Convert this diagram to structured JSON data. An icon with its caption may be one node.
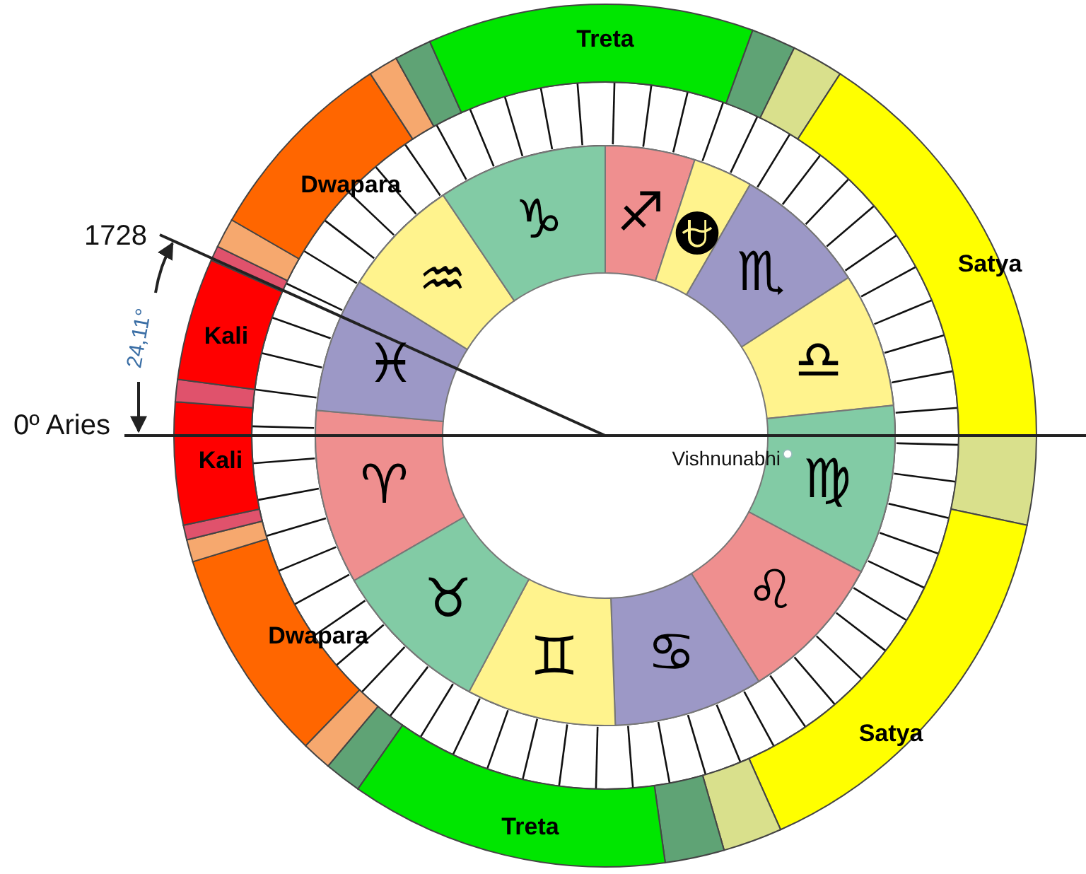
{
  "diagram": {
    "nodes": [
      {
        "text": [
          "Dwapara"
        ]
      },
      {
        "text": [],
        "shape": "band"
      },
      {
        "text": [],
        "shape": "band"
      },
      {
        "text": [
          "Kali"
        ]
      },
      {
        "text": [],
        "shape": "band"
      },
      {
        "text": [
          "Kali"
        ]
      },
      {
        "text": [],
        "shape": "band"
      },
      {
        "text": [],
        "shape": "band"
      },
      {
        "text": [
          "Dwapara"
        ]
      },
      {
        "text": [],
        "shape": "band"
      },
      {
        "text": [],
        "shape": "band"
      },
      {
        "text": [
          "Treta"
        ]
      },
      {
        "text": [],
        "shape": "band"
      },
      {
        "text": [],
        "shape": "band"
      },
      {
        "text": [
          "Satya"
        ]
      },
      {
        "text": [],
        "shape": "band"
      },
      {
        "text": [
          "Satya"
        ]
      },
      {
        "text": [],
        "shape": "band"
      },
      {
        "text": [],
        "shape": "band"
      },
      {
        "text": [
          "Treta"
        ]
      },
      {
        "text": [],
        "shape": "band"
      },
      {
        "text": [],
        "shape": "band"
      },
      {
        "text": [
          "♈"
        ]
      },
      {
        "text": [
          "♓"
        ]
      },
      {
        "text": [
          "♒"
        ]
      },
      {
        "text": [
          "♑"
        ]
      },
      {
        "text": [
          "♐"
        ]
      },
      {
        "text": [
          "⛎"
        ]
      },
      {
        "text": [
          "♏"
        ]
      },
      {
        "text": [
          "♎"
        ]
      },
      {
        "text": [
          "♍"
        ]
      },
      {
        "text": [
          "♌"
        ]
      },
      {
        "text": [
          "♋"
        ]
      },
      {
        "text": [
          "♊"
        ]
      },
      {
        "text": [
          "♉"
        ]
      }
    ],
    "labels": [
      "1728",
      "24,11°",
      "0º Aries",
      "Vishnunabhi"
    ]
  }
}
